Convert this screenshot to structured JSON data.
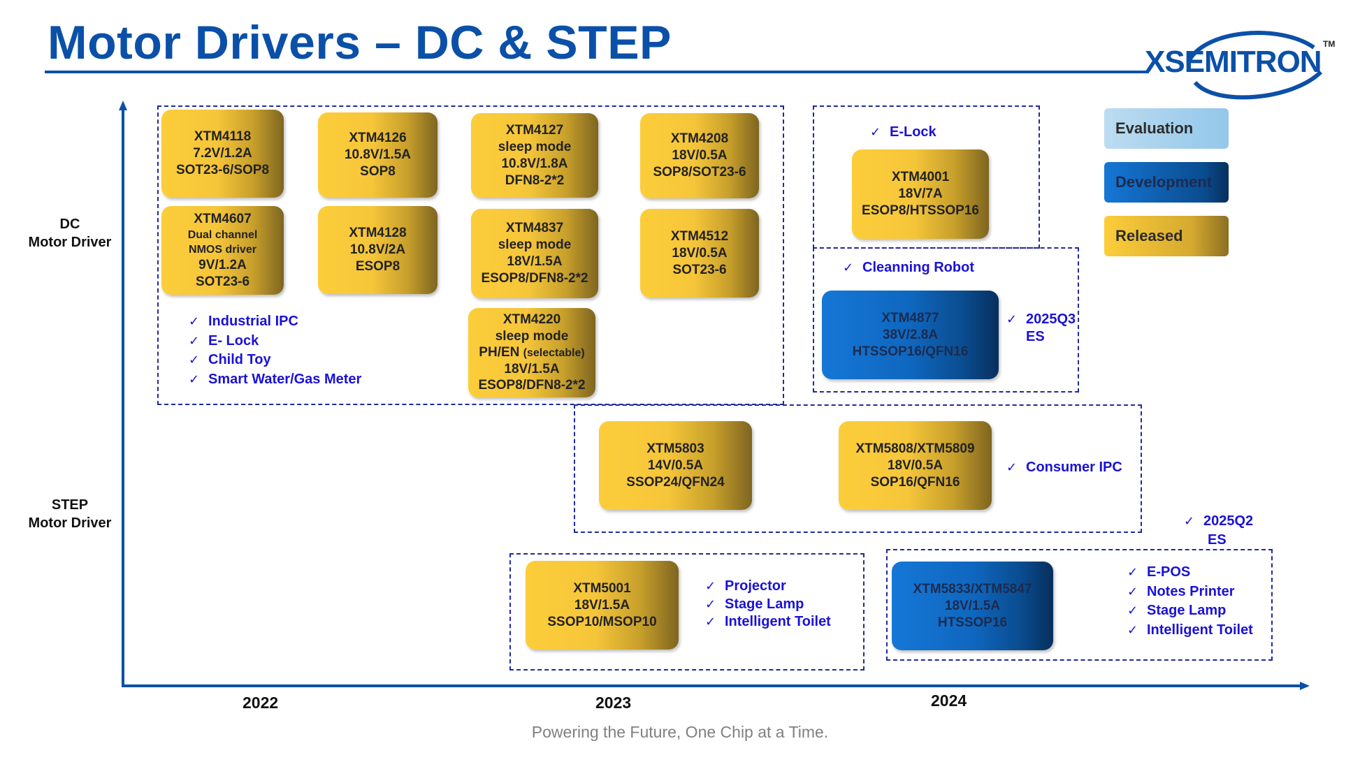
{
  "title": "Motor Drivers – DC & STEP",
  "logo": {
    "text": "XSEMITRON",
    "tm": "TM"
  },
  "axis": {
    "dc_line1": "DC",
    "dc_line2": "Motor Driver",
    "step_line1": "STEP",
    "step_line2": "Motor Driver",
    "years": [
      "2022",
      "2023",
      "2024"
    ]
  },
  "legend": {
    "evaluation": "Evaluation",
    "development": "Development",
    "released": "Released"
  },
  "colors": {
    "brand_blue": "#0b50a8",
    "check_blue": "#1a12d6",
    "released": "#f6c63a",
    "development": "#0f67bf",
    "evaluation": "#93c7ea"
  },
  "chips": {
    "xtm4118": [
      "XTM4118",
      "7.2V/1.2A",
      "SOT23-6/SOP8"
    ],
    "xtm4126": [
      "XTM4126",
      "10.8V/1.5A",
      "SOP8"
    ],
    "xtm4127": [
      "XTM4127",
      "sleep mode",
      "10.8V/1.8A",
      "DFN8-2*2"
    ],
    "xtm4208": [
      "XTM4208",
      "18V/0.5A",
      "SOP8/SOT23-6"
    ],
    "xtm4607": [
      "XTM4607",
      "Dual channel",
      "NMOS driver",
      "9V/1.2A",
      "SOT23-6"
    ],
    "xtm4128": [
      "XTM4128",
      "10.8V/2A",
      "ESOP8"
    ],
    "xtm4837": [
      "XTM4837",
      "sleep mode",
      "18V/1.5A",
      "ESOP8/DFN8-2*2"
    ],
    "xtm4512": [
      "XTM4512",
      "18V/0.5A",
      "SOT23-6"
    ],
    "xtm4220": [
      "XTM4220",
      "sleep mode",
      "PH/EN",
      "(selectable)",
      "18V/1.5A",
      "ESOP8/DFN8-2*2"
    ],
    "xtm4001": [
      "XTM4001",
      "18V/7A",
      "ESOP8/HTSSOP16"
    ],
    "xtm4877": [
      "XTM4877",
      "38V/2.8A",
      "HTSSOP16/QFN16"
    ],
    "xtm5803": [
      "XTM5803",
      "14V/0.5A",
      "SSOP24/QFN24"
    ],
    "xtm5808": [
      "XTM5808/XTM5809",
      "18V/0.5A",
      "SOP16/QFN16"
    ],
    "xtm5001": [
      "XTM5001",
      "18V/1.5A",
      "SSOP10/MSOP10"
    ],
    "xtm5833": [
      "XTM5833/XTM5847",
      "18V/1.5A",
      "HTSSOP16"
    ]
  },
  "apps": {
    "dc2022": [
      "Industrial IPC",
      "E- Lock",
      "Child Toy",
      "Smart Water/Gas Meter"
    ],
    "elock": [
      "E-Lock"
    ],
    "robot": [
      "Cleanning Robot"
    ],
    "es2025q3": [
      "2025Q3",
      "ES"
    ],
    "consumer": [
      "Consumer IPC"
    ],
    "es2025q2": [
      "2025Q2",
      "ES"
    ],
    "step2023": [
      "Projector",
      "Stage Lamp",
      "Intelligent Toilet"
    ],
    "step2024": [
      "E-POS",
      "Notes Printer",
      "Stage Lamp",
      "Intelligent Toilet"
    ]
  },
  "check_symbol": "✓",
  "footer": "Powering the Future, One Chip at a Time."
}
